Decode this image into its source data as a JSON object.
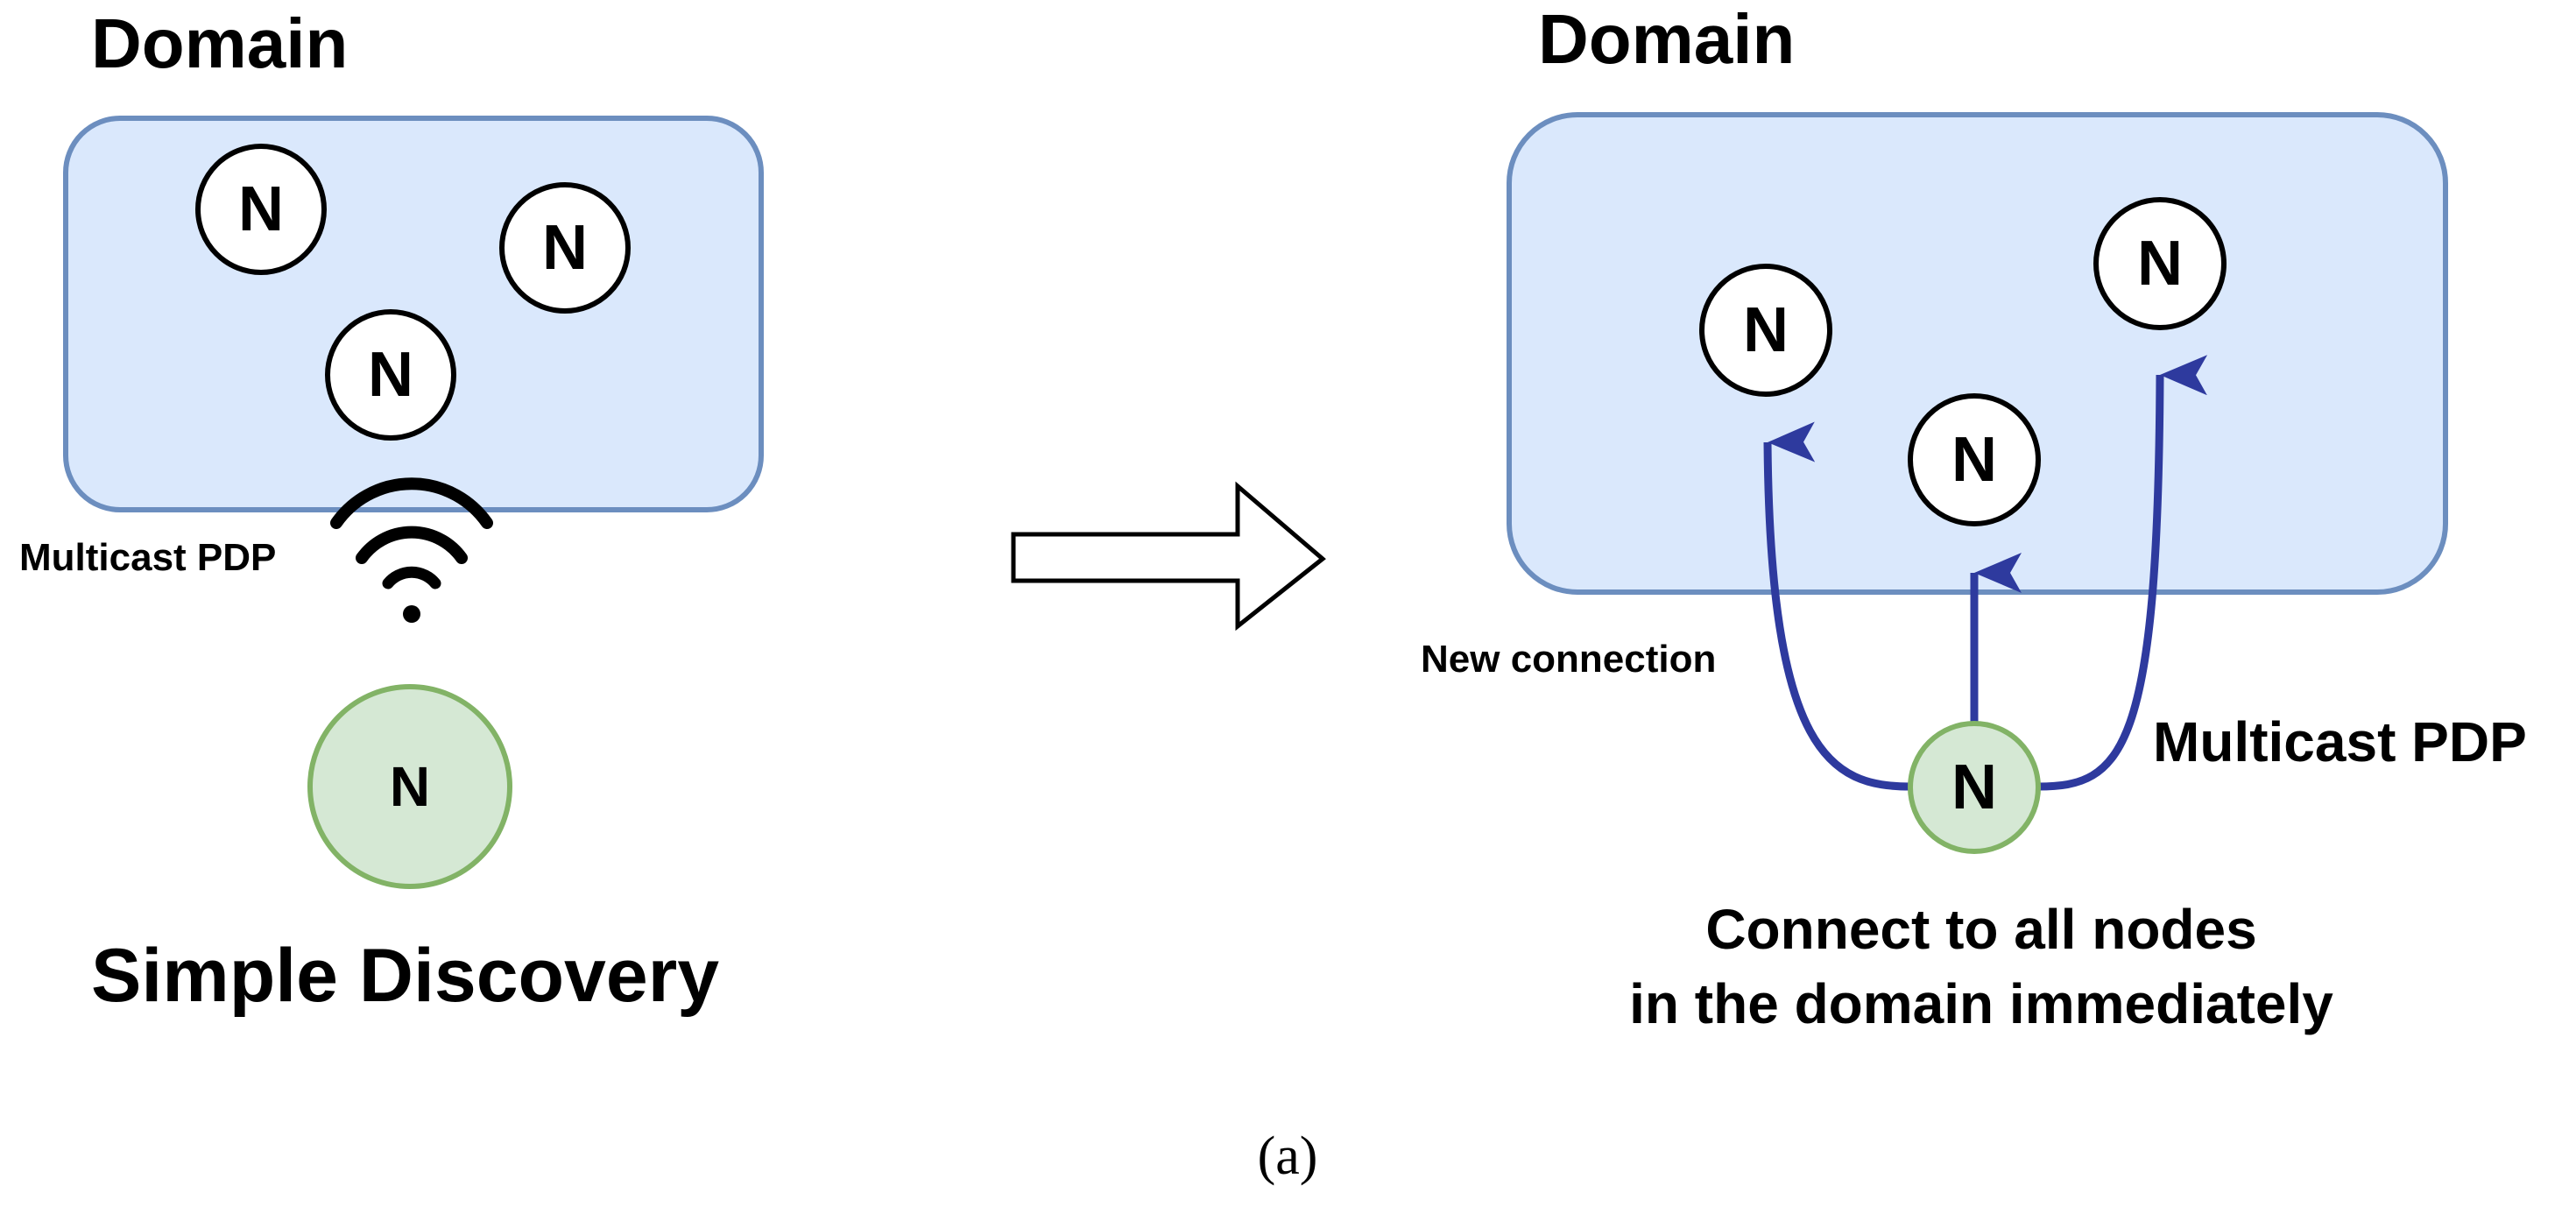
{
  "left_panel": {
    "title": "Domain",
    "nodes": [
      {
        "label": "N"
      },
      {
        "label": "N"
      },
      {
        "label": "N"
      }
    ],
    "new_node": {
      "label": "N"
    },
    "multicast_label": "Multicast PDP",
    "signal_icon": "wifi-signal-icon",
    "caption": "Simple Discovery"
  },
  "transition_arrow": "hollow-right-arrow",
  "right_panel": {
    "title": "Domain",
    "nodes": [
      {
        "label": "N"
      },
      {
        "label": "N"
      },
      {
        "label": "N"
      }
    ],
    "new_node": {
      "label": "N"
    },
    "new_connection_label": "New connection",
    "multicast_label": "Multicast PDP",
    "caption_line1": "Connect to all nodes",
    "caption_line2": "in the domain immediately"
  },
  "figure_label": "(a)",
  "colors": {
    "domain_fill": "#dae8fc",
    "domain_stroke": "#6c8ebf",
    "new_node_fill": "#d5e8d4",
    "new_node_stroke": "#82b366",
    "connection": "#2e3a9e",
    "text": "#000000"
  }
}
